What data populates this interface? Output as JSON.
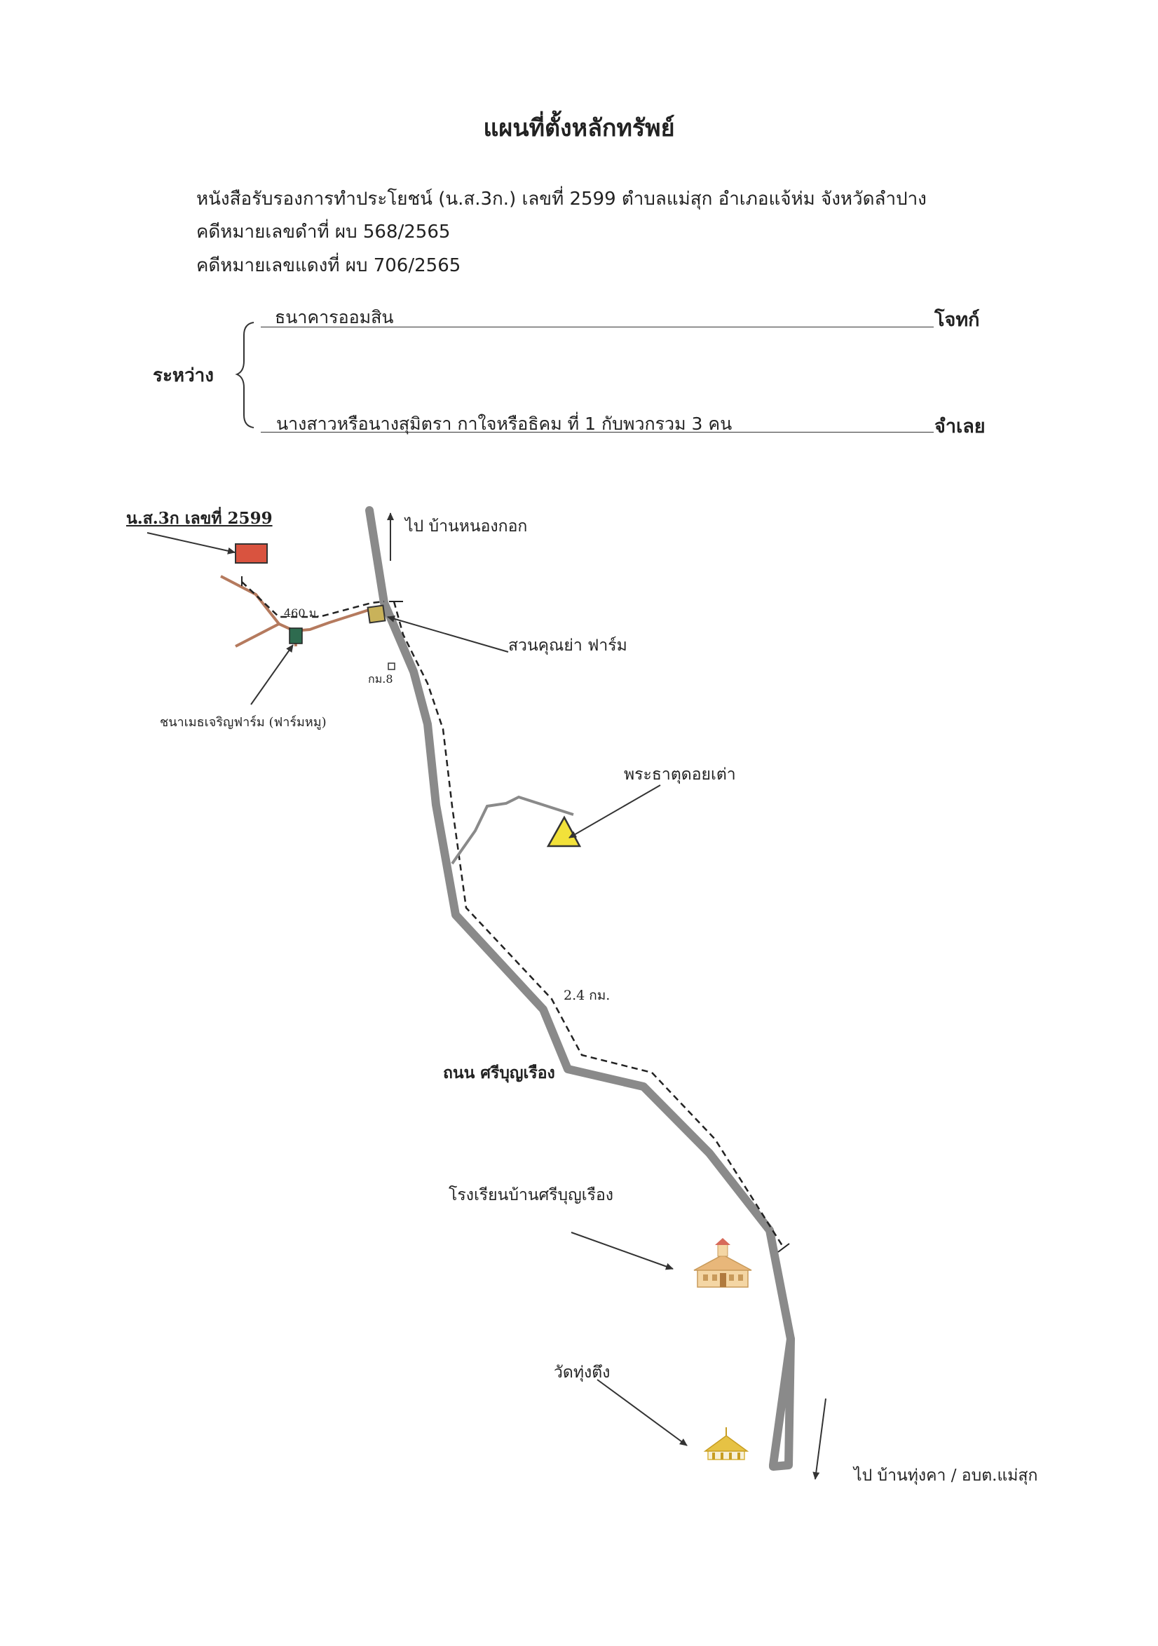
{
  "document": {
    "title": "แผนที่ตั้งหลักทรัพย์",
    "certificate_line": "หนังสือรับรองการทำประโยชน์ (น.ส.3ก.) เลขที่  2599  ตำบลแม่สุก  อำเภอแจ้ห่ม  จังหวัดลำปาง",
    "black_case_line": "คดีหมายเลขดำที่     ผบ  568/2565",
    "red_case_line": "คดีหมายเลขแดงที่   ผบ  706/2565",
    "between_label": "ระหว่าง",
    "plaintiff_name": "ธนาคารออมสิน",
    "plaintiff_role": "โจทก์",
    "defendant_name": "นางสาวหรือนางสุมิตรา  กาใจหรือธิคม  ที่  1  กับพวกรวม  3  คน",
    "defendant_role": "จำเลย"
  },
  "map": {
    "parcel_label": "น.ส.3ก เลขที่ 2599",
    "north_direction": "ไป บ้านหนองกอก",
    "south_direction": "ไป บ้านทุ่งคา / อบต.แม่สุก",
    "distance_branch": "460 ม.",
    "distance_main": "2.4 กม.",
    "km_marker": "กม.8",
    "road_name": "ถนน ศรีบุญเรือง",
    "landmarks": {
      "garden": "สวนคุณย่า ฟาร์ม",
      "pig_farm": "ชนาเมธเจริญฟาร์ม (ฟาร์มหมู)",
      "stupa": "พระธาตุดอยเต่า",
      "school": "โรงเรียนบ้านศรีบุญเรือง",
      "temple": "วัดทุ่งตึง"
    },
    "colors": {
      "main_road": "#8a8a8a",
      "branch_road": "#b57a5e",
      "parcel": "#d9533f",
      "garden_marker": "#c9b25a",
      "farm_marker": "#2e6b4f",
      "stupa": "#f2e13a"
    }
  }
}
